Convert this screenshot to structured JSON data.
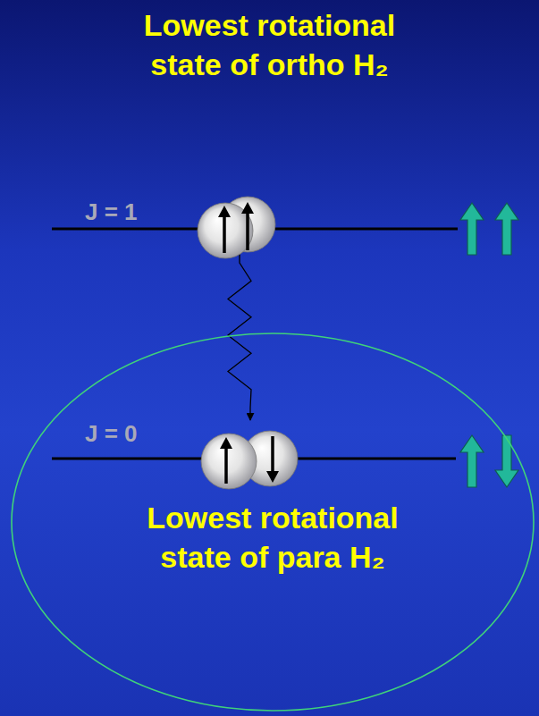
{
  "diagram": {
    "nodes": [
      {
        "text": [
          "J = 1"
        ]
      },
      {
        "text": [
          "Lowest rotational state of para H₂"
        ]
      },
      {
        "text": [
          "J = 0"
        ],
        "in": 1
      }
    ],
    "edges": [
      {
        "from": 0,
        "to": 2,
        "arrow": "to"
      }
    ],
    "labels": [
      "Lowest rotational state of ortho H₂"
    ]
  }
}
